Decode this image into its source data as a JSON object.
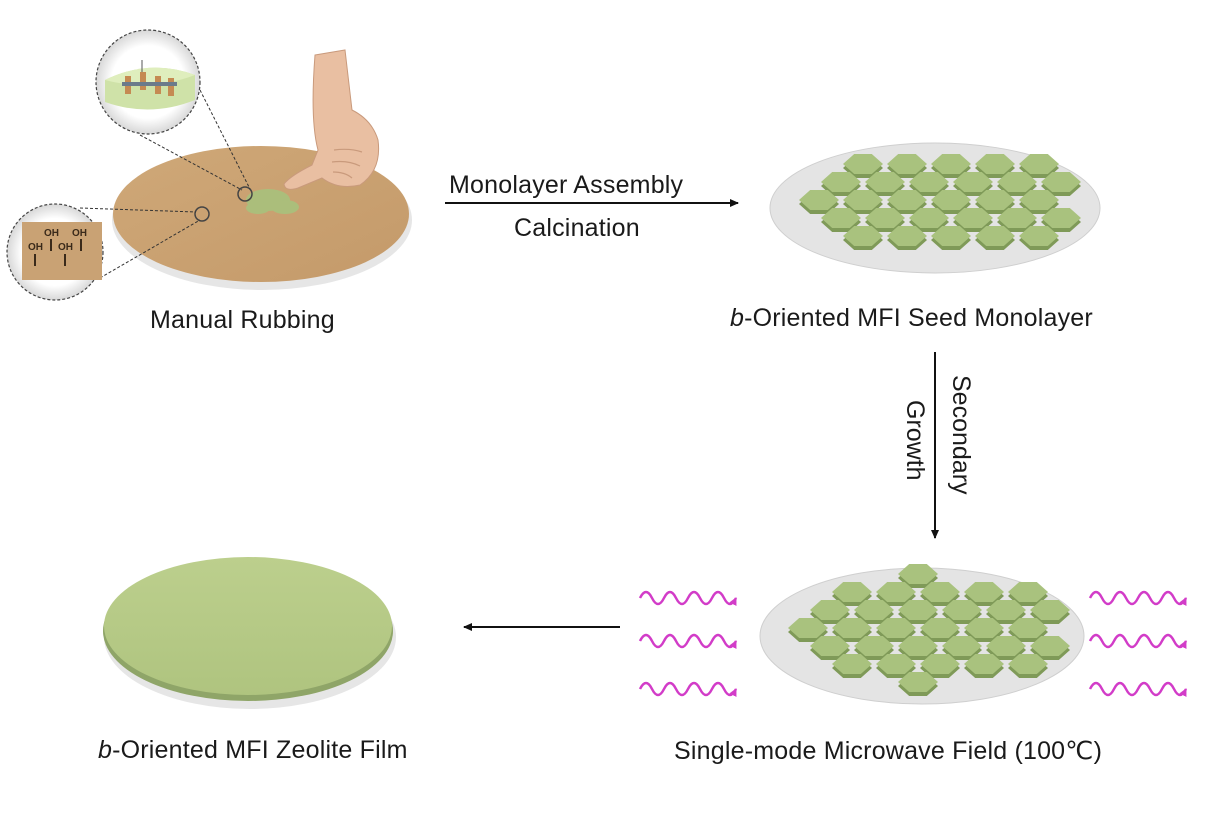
{
  "figure": {
    "steps": [
      {
        "id": "manual-rubbing",
        "label": "Manual Rubbing"
      },
      {
        "id": "seed-monolayer",
        "label_italic": "b",
        "label": "-Oriented MFI Seed Monolayer"
      },
      {
        "id": "microwave-field",
        "label": "Single-mode Microwave Field (100℃)"
      },
      {
        "id": "zeolite-film",
        "label_italic": "b",
        "label": "-Oriented MFI Zeolite Film"
      }
    ],
    "arrows": [
      {
        "id": "arrow-1",
        "top_text": "Monolayer Assembly",
        "bottom_text": "Calcination",
        "direction": "right"
      },
      {
        "id": "arrow-2",
        "top_text": "Secondary",
        "bottom_text": "Growth",
        "direction": "down"
      },
      {
        "id": "arrow-3",
        "direction": "left"
      }
    ],
    "insets": {
      "substrate_hydroxyl": [
        "OH",
        "OH",
        "OH",
        "OH"
      ]
    },
    "colors": {
      "substrate_tan": "#c9a274",
      "crystal_green": "#a9c27e",
      "crystal_dark": "#7f9a58",
      "film_green": "#b8cc8a",
      "wafer_grey": "#e2e2e2",
      "microwave_magenta": "#d23cc8",
      "arrow_black": "#111111"
    },
    "icons": [
      "hand-icon",
      "microwave-wave-icon",
      "magnifier-inset-icon"
    ]
  }
}
